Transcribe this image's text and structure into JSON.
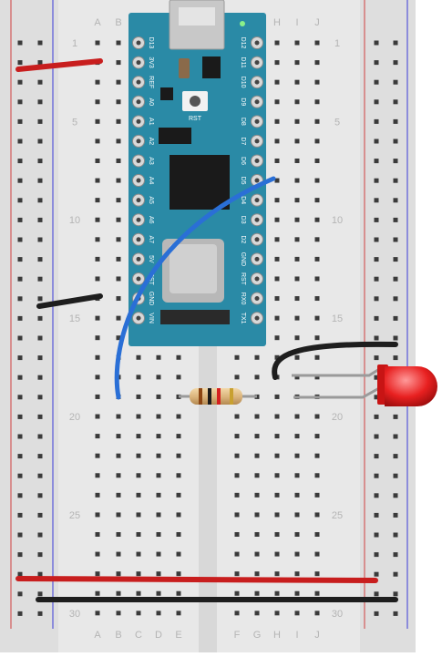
{
  "breadboard": {
    "row_numbers": [
      "1",
      "5",
      "10",
      "15",
      "20",
      "25",
      "30"
    ],
    "column_letters_left": [
      "A",
      "B",
      "C",
      "D",
      "E"
    ],
    "column_letters_right": [
      "F",
      "G",
      "H",
      "I",
      "J"
    ],
    "colors": {
      "board": "#e6e6e6",
      "hole": "#3a3a3a",
      "label": "#b4b4b4",
      "red_rail": "#d04040",
      "blue_rail": "#3b3bd8"
    }
  },
  "arduino_nano": {
    "name": "Arduino Nano",
    "color": "#2a8aa6",
    "pins_left": [
      "D13",
      "3V3",
      "REF",
      "A0",
      "A1",
      "A2",
      "A3",
      "A4",
      "A5",
      "A6",
      "A7",
      "5V",
      "RST",
      "GND",
      "VIN"
    ],
    "pins_right": [
      "D12",
      "D11",
      "D10",
      "D9",
      "D8",
      "D7",
      "D6",
      "D5",
      "D4",
      "D3",
      "D2",
      "GND",
      "RST",
      "RX0",
      "TX1"
    ],
    "reset_button_label": "RST"
  },
  "components": {
    "wires": [
      {
        "id": "wire-red-top",
        "color": "#c81e1e"
      },
      {
        "id": "wire-black-gnd",
        "color": "#1e1e1e"
      },
      {
        "id": "wire-blue-d5",
        "color": "#2a6fd6"
      },
      {
        "id": "wire-black-led",
        "color": "#1e1e1e"
      },
      {
        "id": "wire-red-bottom",
        "color": "#c81e1e"
      },
      {
        "id": "wire-black-bottom",
        "color": "#1e1e1e"
      }
    ],
    "resistor": {
      "bands": [
        "#8b4513",
        "#1a1a1a",
        "#d42020",
        "#c8a030"
      ]
    },
    "led": {
      "color": "#e82020"
    }
  }
}
